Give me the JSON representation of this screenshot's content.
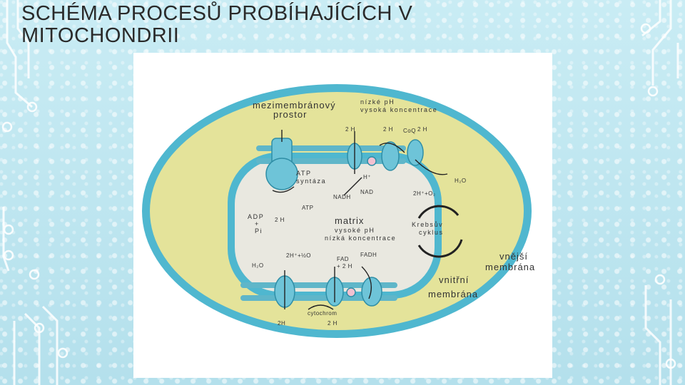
{
  "slide": {
    "title_line1": "SCHÉMA PROCESŮ PROBÍHAJÍCÍCH V",
    "title_line2": "MITOCHONDRII"
  },
  "diagram": {
    "labels": {
      "intermembrane_space": "mezimembránový",
      "intermembrane_space2": "prostor",
      "low_high_1": "nízké pH",
      "low_high_2": "vysoká koncentrace",
      "atp_synthase_1": "ATP",
      "atp_synthase_2": "syntáza",
      "atp": "ATP",
      "adp": "ADP",
      "plus": "+",
      "pi": "Pi",
      "two_h_adp": "2 H",
      "matrix": "matrix",
      "matrix_desc_1": "vysoké pH",
      "matrix_desc_2": "nízká koncentrace",
      "krebs_1": "Krebsův",
      "krebs_2": "cyklus",
      "nadh": "NADH",
      "nad": "NAD",
      "h_plus": "H⁺",
      "two_h_top_1": "2 H",
      "two_h_top_2": "2 H",
      "two_h_top_3": "2 H",
      "co_q": "CoQ",
      "two_h_o2": "2H⁺+O₂",
      "h2o_right": "H₂O",
      "h2o_left": "H₂O",
      "two_h_half_o": "2H⁺+½O",
      "fad_1": "FAD",
      "fad_2": "+ 2 H",
      "fadh": "FADH",
      "cyt": "cytochrom",
      "two_h_bottom_1": "2H",
      "two_h_bottom_2": "2 H",
      "outer_membrane_1": "vnější",
      "outer_membrane_2": "membrána",
      "inner_membrane_1": "vnitřní",
      "inner_membrane_2": "membrána"
    },
    "colors": {
      "outer_ring": "#4fb7cf",
      "intermembrane": "#e4e39a",
      "matrix": "#e9e8e0",
      "protein": "#6ec4d8",
      "membrane_head": "#5fb6c9"
    }
  }
}
